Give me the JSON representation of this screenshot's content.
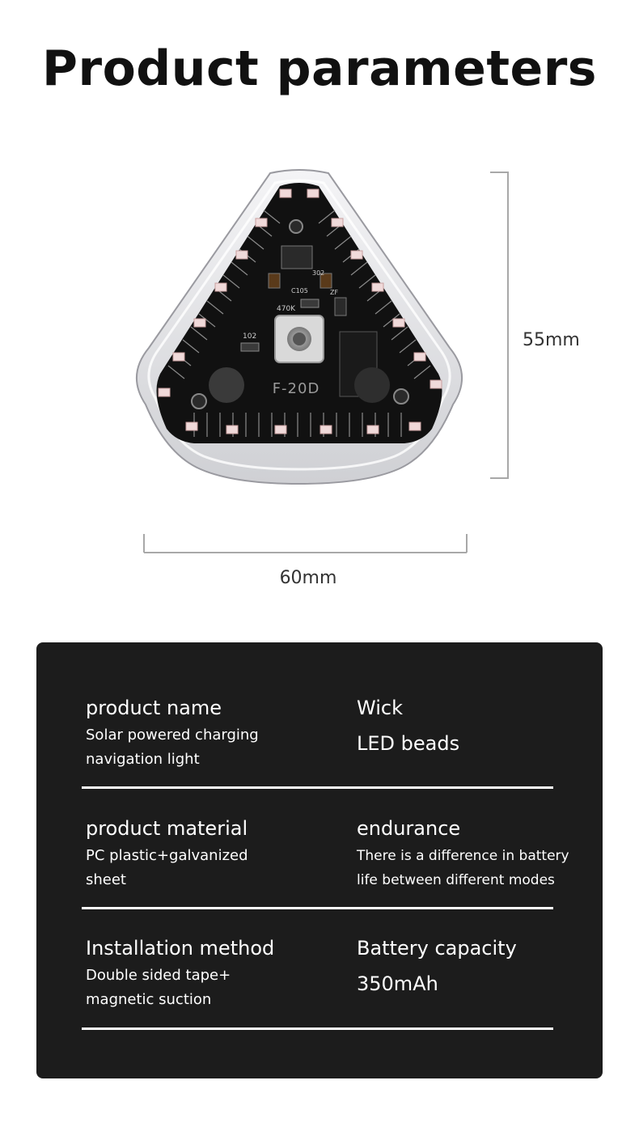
{
  "title": "Product parameters",
  "dimensions": {
    "height_label": "55mm",
    "width_label": "60mm"
  },
  "product_image": {
    "model_label": "F-20D",
    "pcb_labels": [
      "102",
      "470K",
      "C105",
      "302",
      "ZF"
    ]
  },
  "specs": [
    {
      "left": {
        "label": "product name",
        "value": "Solar powered charging\nnavigation light"
      },
      "right": {
        "label": "Wick",
        "value": "LED beads"
      }
    },
    {
      "left": {
        "label": "product material",
        "value": "PC plastic+galvanized\n sheet"
      },
      "right": {
        "label": "endurance",
        "value": "There is a difference in battery\n life between different modes"
      }
    },
    {
      "left": {
        "label": "Installation method",
        "value": "Double sided tape+\nmagnetic suction"
      },
      "right": {
        "label": "Battery capacity",
        "value": "350mAh"
      }
    }
  ]
}
